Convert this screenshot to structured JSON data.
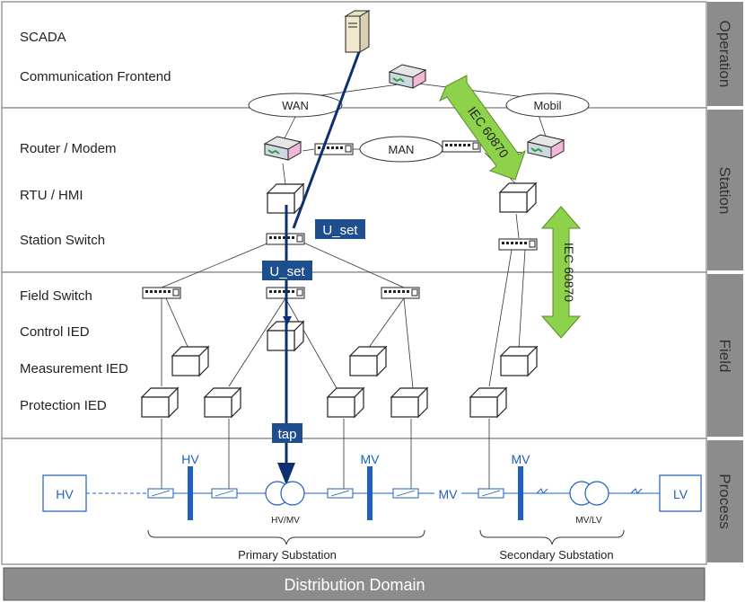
{
  "layers": {
    "operation": "Operation",
    "station": "Station",
    "field": "Field",
    "process": "Process"
  },
  "rows": {
    "scada": "SCADA",
    "comm_frontend": "Communication Frontend",
    "router_modem": "Router / Modem",
    "rtu_hmi": "RTU / HMI",
    "station_switch": "Station Switch",
    "field_switch": "Field Switch",
    "control_ied": "Control IED",
    "measurement_ied": "Measurement IED",
    "protection_ied": "Protection IED"
  },
  "networks": {
    "wan": "WAN",
    "man": "MAN",
    "mobil": "Mobil"
  },
  "protocol_labels": {
    "upper": "IEC 60870",
    "lower": "IEC 60870"
  },
  "signal_tags": {
    "u_set_station": "U_set",
    "u_set_field": "U_set",
    "tap": "tap"
  },
  "process": {
    "hv_box": "HV",
    "lv_box": "LV",
    "bus_hv": "HV",
    "bus_mv1": "MV",
    "bus_mv2": "MV",
    "line_mv": "MV",
    "trafo_primary": "HV/MV",
    "trafo_secondary": "MV/LV",
    "primary_substation": "Primary Substation",
    "secondary_substation": "Secondary Substation"
  },
  "footer": "Distribution Domain",
  "colors": {
    "panel": "#8c8c8c",
    "footer": "#8c8c8c",
    "arrow_green": "#8dd24a",
    "signal_blue": "#0e2f72",
    "tag_bg": "#1f4e8f",
    "bus_blue": "#1f5fbf"
  }
}
